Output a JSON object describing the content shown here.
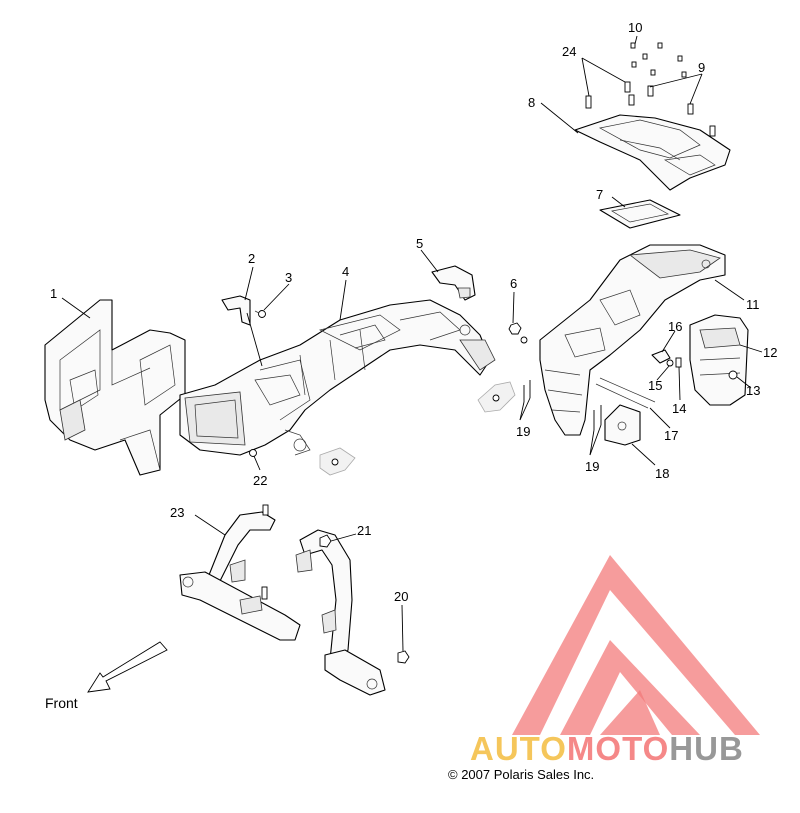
{
  "callouts": {
    "c1": "1",
    "c2": "2",
    "c3": "3",
    "c4": "4",
    "c5": "5",
    "c6": "6",
    "c7": "7",
    "c8": "8",
    "c9": "9",
    "c10": "10",
    "c11": "11",
    "c12": "12",
    "c13": "13",
    "c14": "14",
    "c15": "15",
    "c16": "16",
    "c17": "17",
    "c18": "18",
    "c19a": "19",
    "c19b": "19",
    "c20": "20",
    "c21": "21",
    "c22": "22",
    "c23": "23",
    "c24": "24"
  },
  "front_label": "Front",
  "copyright": "© 2007 Polaris Sales Inc.",
  "watermark": {
    "part1": "AUTO",
    "part2": "MOTO",
    "part3": "HUB",
    "colors": {
      "auto": "#f5c04a",
      "moto": "#f47c7c",
      "hub": "#8d8d8d",
      "triangle": "#f26d6d"
    }
  }
}
